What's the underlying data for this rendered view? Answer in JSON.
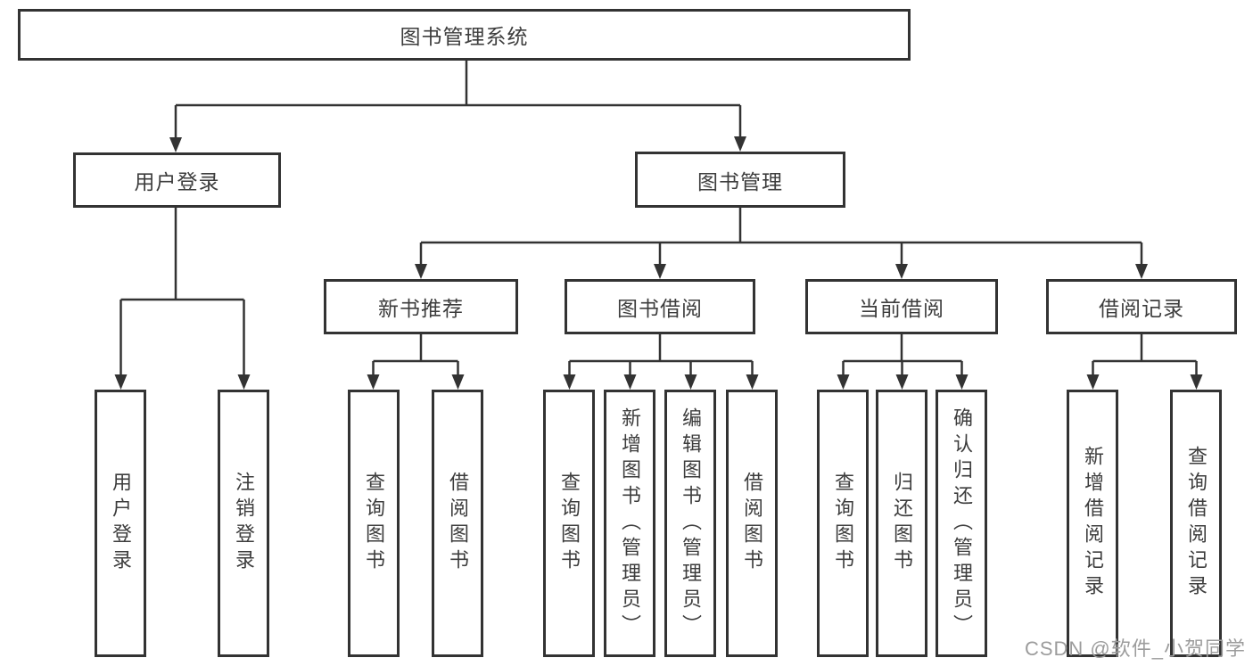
{
  "root": {
    "label": "图书管理系统"
  },
  "level2": {
    "user_login": "用户登录",
    "book_management": "图书管理"
  },
  "level3": {
    "new_book_recommend": "新书推荐",
    "book_borrow": "图书借阅",
    "current_borrow": "当前借阅",
    "borrow_records": "借阅记录"
  },
  "leaves": {
    "user_login": [
      "用户登录",
      "注销登录"
    ],
    "new_book_recommend": [
      "查询图书",
      "借阅图书"
    ],
    "book_borrow": [
      "查询图书",
      "新增图书（管理员）",
      "编辑图书（管理员）",
      "借阅图书"
    ],
    "current_borrow": [
      "查询图书",
      "归还图书",
      "确认归还（管理员）"
    ],
    "borrow_records": [
      "新增借阅记录",
      "查询借阅记录"
    ]
  },
  "watermark": "CSDN @软件_小贺同学",
  "colors": {
    "line": "#333333",
    "text": "#3d3d3d",
    "watermark": "#9c9c9c",
    "background": "#ffffff"
  }
}
